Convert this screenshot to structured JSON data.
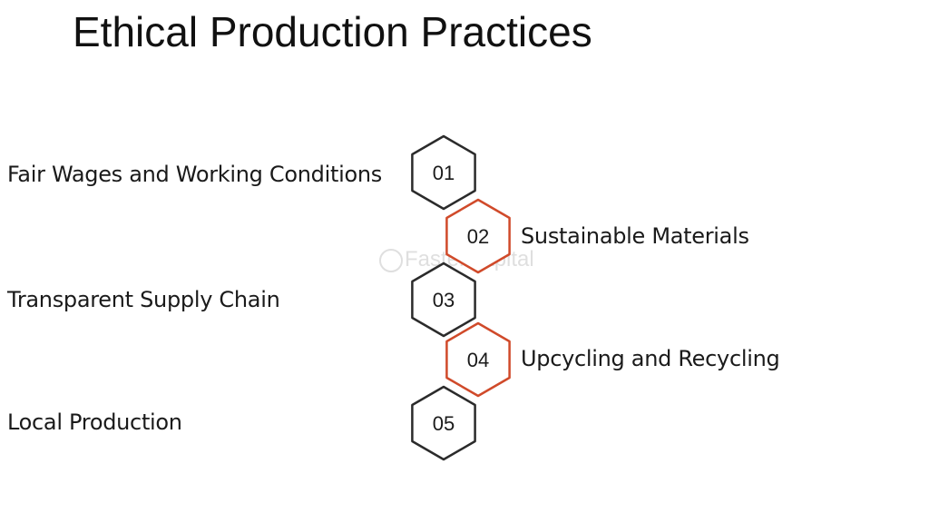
{
  "title": "Ethical Production Practices",
  "watermark": "FasterCapital",
  "colors": {
    "dark": "#2b2b2b",
    "accent": "#d04a2a"
  },
  "steps": [
    {
      "number": "01",
      "label": "Fair Wages and Working Conditions",
      "side": "left",
      "accent": false
    },
    {
      "number": "02",
      "label": "Sustainable Materials",
      "side": "right",
      "accent": true
    },
    {
      "number": "03",
      "label": "Transparent Supply Chain",
      "side": "left",
      "accent": false
    },
    {
      "number": "04",
      "label": "Upcycling and Recycling",
      "side": "right",
      "accent": true
    },
    {
      "number": "05",
      "label": "Local Production",
      "side": "left",
      "accent": false
    }
  ]
}
